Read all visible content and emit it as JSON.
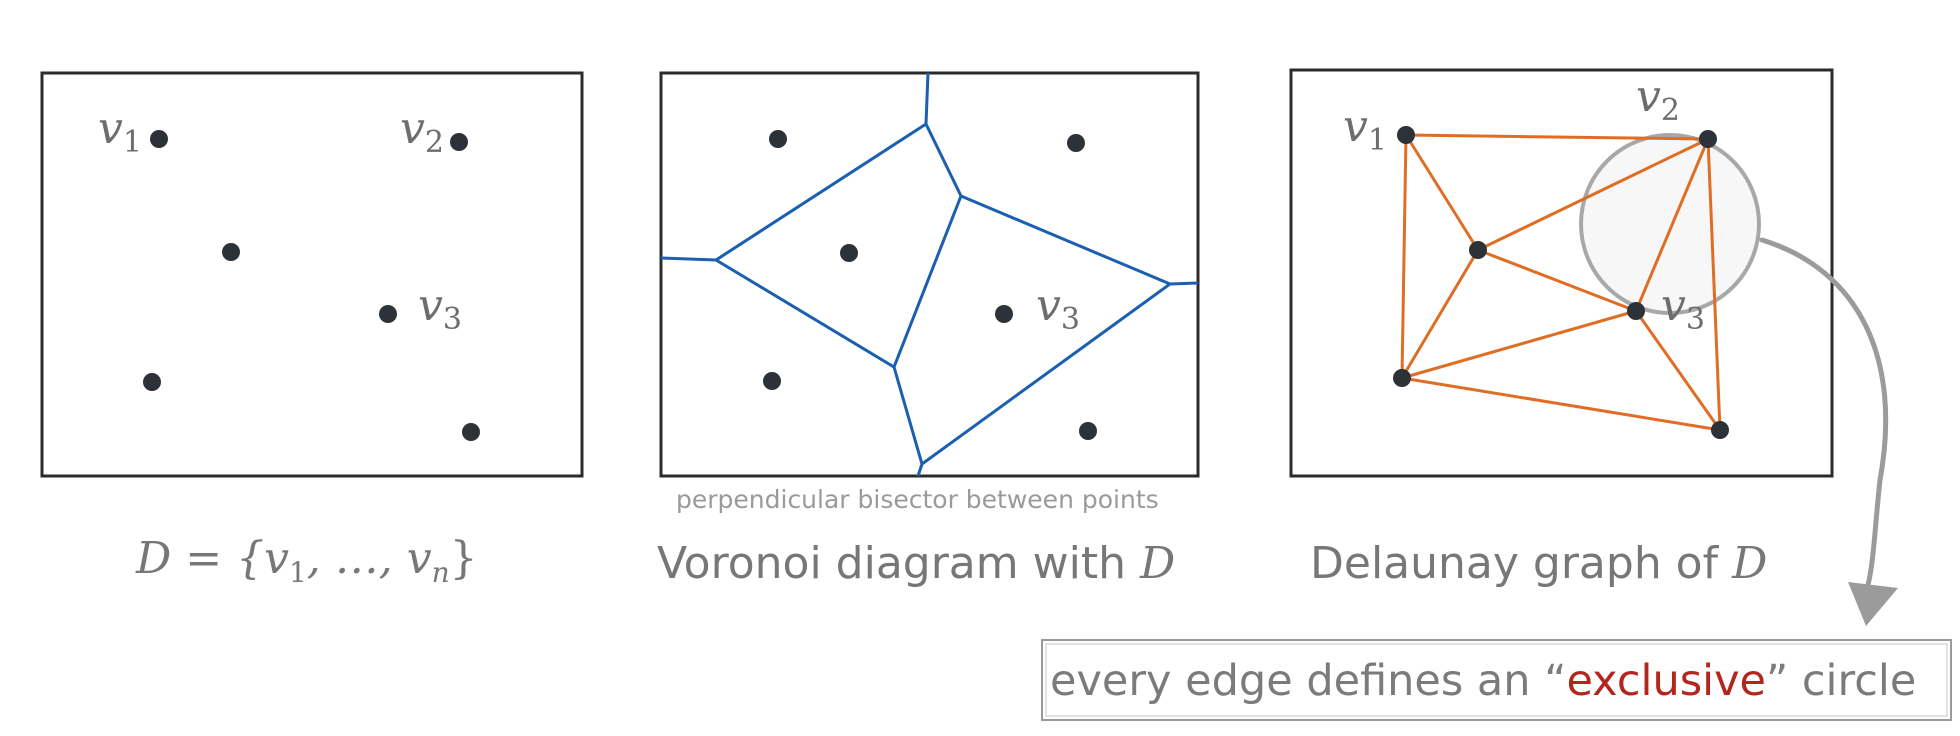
{
  "labels": {
    "v1": "v",
    "v1_sub": "1",
    "v2": "v",
    "v2_sub": "2",
    "v3": "v",
    "v3_sub": "3"
  },
  "panel_left": {
    "caption_prefix": "D = {v",
    "caption_sub1": "1",
    "caption_mid": ", …, v",
    "caption_sub2": "n",
    "caption_suffix": "}"
  },
  "panel_middle": {
    "note": "perpendicular bisector between points",
    "caption_text": "Voronoi diagram with ",
    "caption_var": "D"
  },
  "panel_right": {
    "caption_text": "Delaunay graph of ",
    "caption_var": "D"
  },
  "callout": {
    "text_before": "every edge defines an “",
    "text_emph": "exclusive",
    "text_after": "” circle"
  },
  "colors": {
    "voronoi_edges": "#1b5fb0",
    "delaunay_edges": "#e06d24",
    "points": "#2d3238",
    "emphasis": "#b3261e"
  }
}
